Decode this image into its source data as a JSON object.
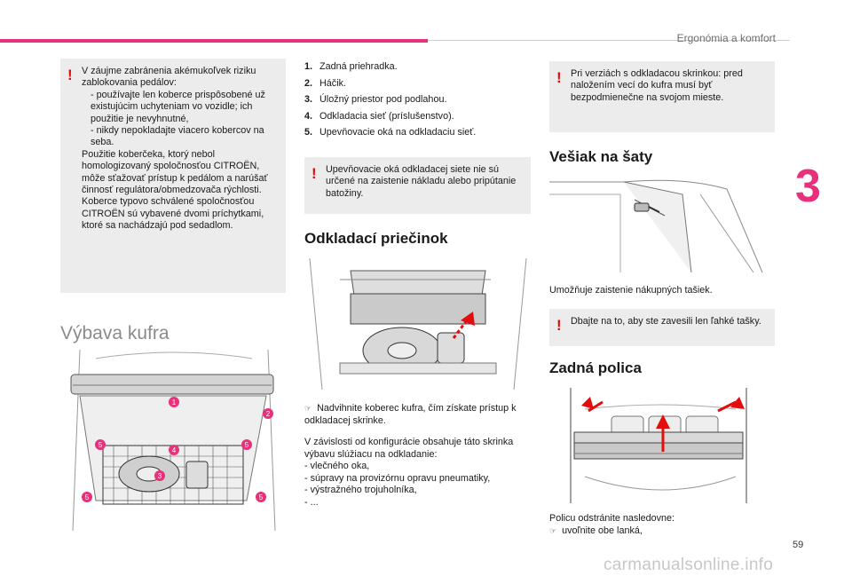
{
  "header": {
    "section_title": "Ergonómia a komfort"
  },
  "chapter_number": "3",
  "page_number": "59",
  "watermark": "carmanualsonline.info",
  "warning_left": {
    "lines": [
      "V záujme zabránenia akémukoľvek riziku zablokovania pedálov:",
      "- používajte len koberce prispôsobené už existujúcim uchyteniam vo vozidle; ich použitie je nevyhnutné,",
      "- nikdy nepokladajte viacero kobercov na seba.",
      "Použitie koberčeka, ktorý nebol homologizovaný spoločnosťou CITROËN, môže sťažovať prístup k pedálom a narúšať činnosť regulátora/obmedzovača rýchlosti.",
      "Koberce typovo schválené spoločnosťou CITROËN sú vybavené dvomi príchytkami, ktoré sa nachádzajú pod sedadlom."
    ]
  },
  "trunk_section": {
    "title": "Výbava kufra",
    "callout_labels": [
      "1",
      "2",
      "3",
      "4",
      "5"
    ]
  },
  "numbered_list": [
    {
      "num": "1.",
      "text": "Zadná priehradka."
    },
    {
      "num": "2.",
      "text": "Háčik."
    },
    {
      "num": "3.",
      "text": "Úložný priestor pod podlahou."
    },
    {
      "num": "4.",
      "text": "Odkladacia sieť (príslušenstvo)."
    },
    {
      "num": "5.",
      "text": "Upevňovacie oká na odkladaciu sieť."
    }
  ],
  "warning_middle": {
    "text": "Upevňovacie oká odkladacej siete nie sú určené na zaistenie nákladu alebo pripútanie batožiny."
  },
  "storage_section": {
    "title": "Odkladací priečinok",
    "instruction_icon": "finger-pointer-icon",
    "instruction": "Nadvihnite koberec kufra, čím získate prístup k odkladacej skrinke.",
    "paragraph_lines": [
      "V závislosti od konfigurácie obsahuje táto skrinka výbavu slúžiacu na odkladanie:",
      "- vlečného oka,",
      "- súpravy na provizórnu opravu pneumatiky,",
      "- výstražného trojuholníka,",
      "- ..."
    ]
  },
  "warning_right_top": {
    "text": "Pri verziách s odkladacou skrinkou: pred naložením vecí do kufra musí byť bezpodmienečne na svojom mieste."
  },
  "coat_hook_section": {
    "title": "Vešiak na šaty",
    "caption": "Umožňuje zaistenie nákupných tašiek."
  },
  "warning_right_bottom": {
    "text": "Dbajte na to, aby ste zavesili len ľahké tašky."
  },
  "rear_shelf_section": {
    "title": "Zadná polica",
    "caption": "Policu odstránite nasledovne:",
    "step_icon": "finger-pointer-icon",
    "step": "uvoľnite obe lanká,"
  },
  "colors": {
    "accent": "#e8317a",
    "warning": "#e30d0d",
    "box": "#ececec"
  }
}
